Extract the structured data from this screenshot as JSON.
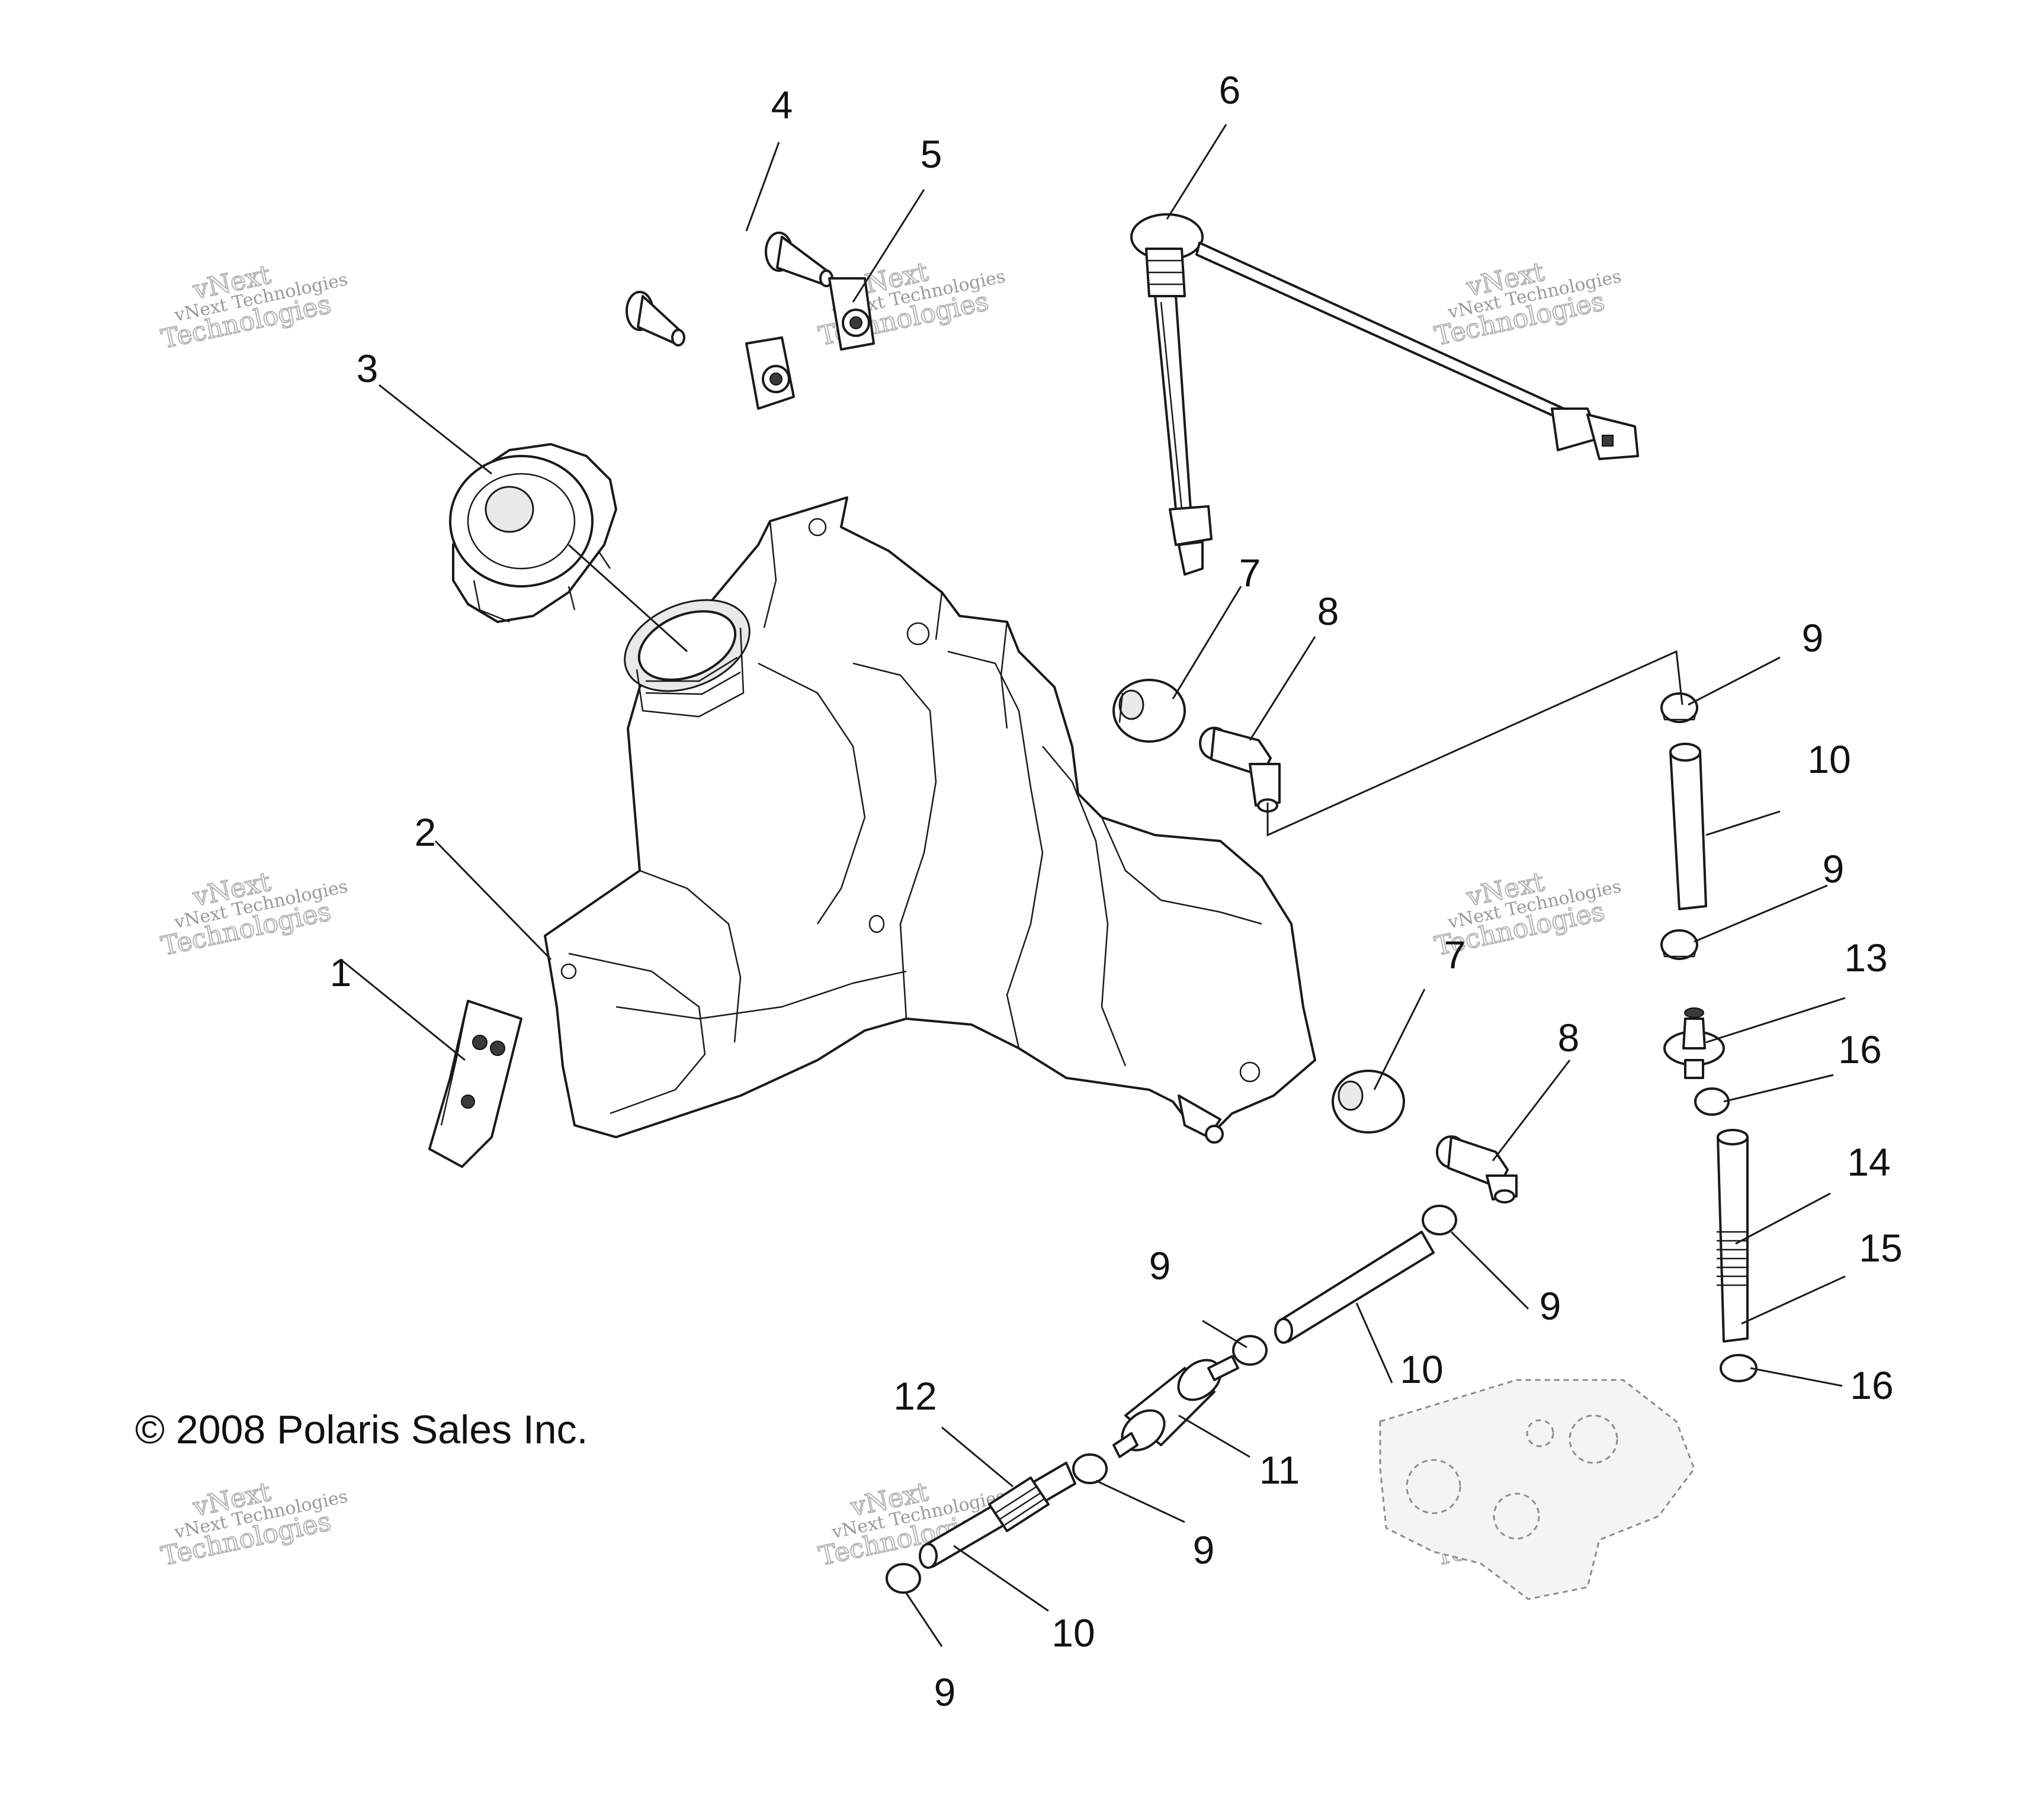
{
  "diagram": {
    "copyright": "© 2008 Polaris Sales Inc.",
    "watermark": {
      "line1": "vNext Technologies",
      "line2": "vNext",
      "line3": "Technologies"
    },
    "callouts": [
      {
        "id": "c1",
        "label": "1"
      },
      {
        "id": "c2",
        "label": "2"
      },
      {
        "id": "c3",
        "label": "3"
      },
      {
        "id": "c4",
        "label": "4"
      },
      {
        "id": "c5",
        "label": "5"
      },
      {
        "id": "c6",
        "label": "6"
      },
      {
        "id": "c7a",
        "label": "7"
      },
      {
        "id": "c7b",
        "label": "7"
      },
      {
        "id": "c8a",
        "label": "8"
      },
      {
        "id": "c8b",
        "label": "8"
      },
      {
        "id": "c9a",
        "label": "9"
      },
      {
        "id": "c9b",
        "label": "9"
      },
      {
        "id": "c9c",
        "label": "9"
      },
      {
        "id": "c9d",
        "label": "9"
      },
      {
        "id": "c9e",
        "label": "9"
      },
      {
        "id": "c9f",
        "label": "9"
      },
      {
        "id": "c10a",
        "label": "10"
      },
      {
        "id": "c10b",
        "label": "10"
      },
      {
        "id": "c10c",
        "label": "10"
      },
      {
        "id": "c11",
        "label": "11"
      },
      {
        "id": "c12",
        "label": "12"
      },
      {
        "id": "c13",
        "label": "13"
      },
      {
        "id": "c14",
        "label": "14"
      },
      {
        "id": "c15",
        "label": "15"
      },
      {
        "id": "c16a",
        "label": "16"
      },
      {
        "id": "c16b",
        "label": "16"
      }
    ]
  }
}
